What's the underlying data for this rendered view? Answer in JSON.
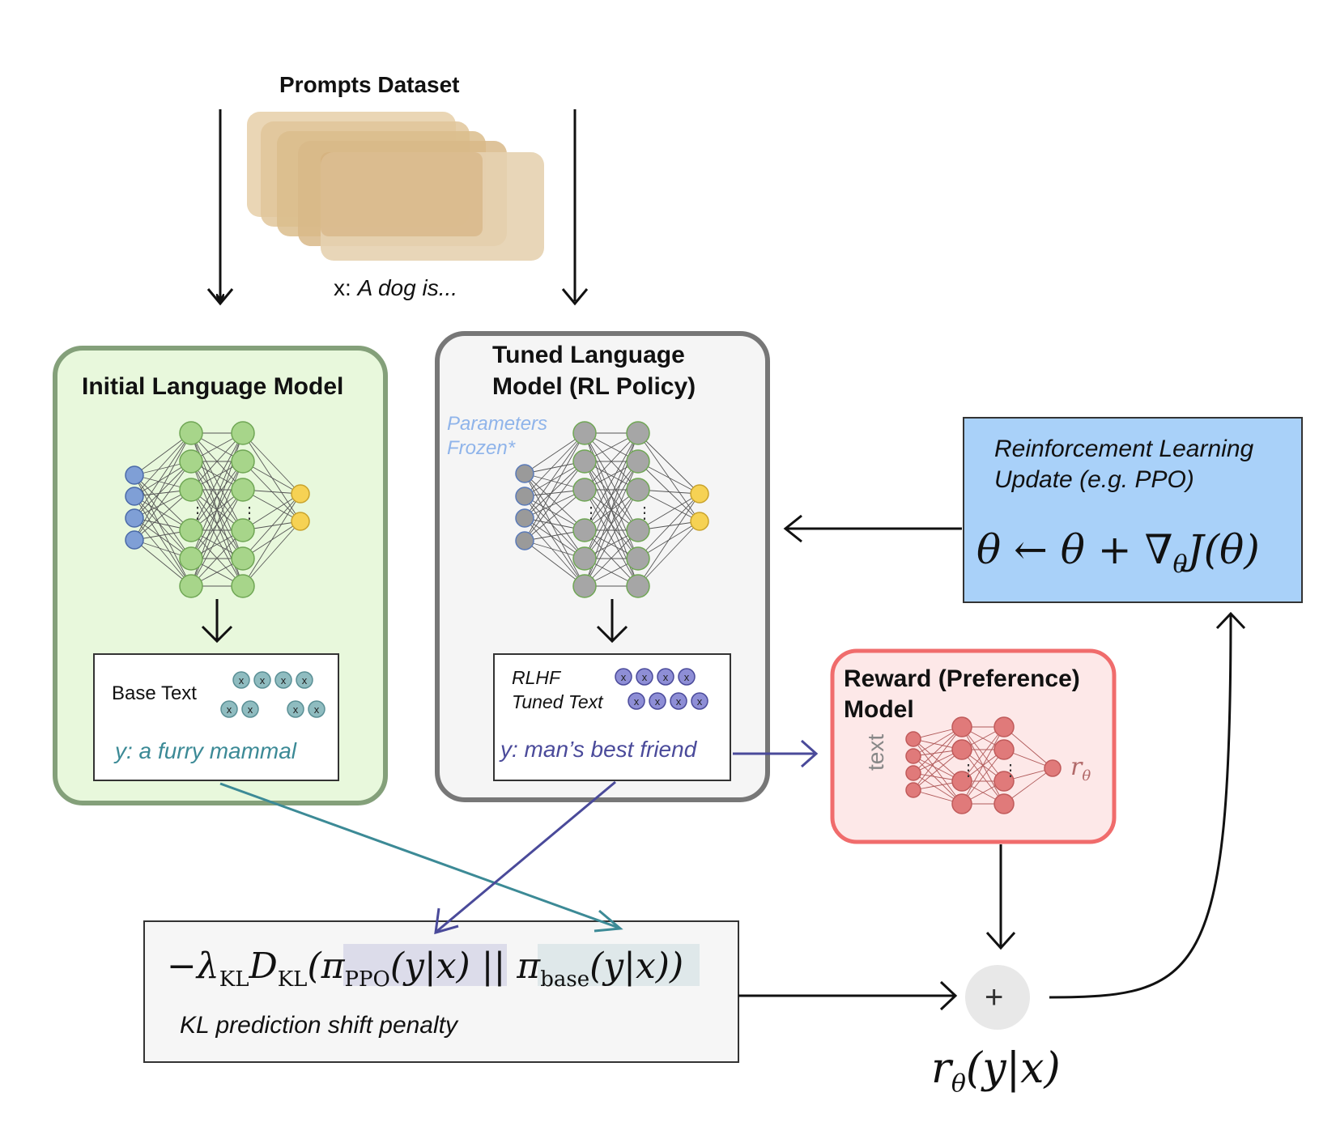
{
  "dataset": {
    "title": "Prompts Dataset",
    "prompt_prefix": "x:",
    "prompt_text": "A dog is..."
  },
  "initial_model": {
    "title": "Initial Language Model",
    "output_label": "Base Text",
    "output_sample": "y: a furry mammal",
    "color_fill": "#e8f8dc",
    "color_border": "#84a07a"
  },
  "tuned_model": {
    "title_line1": "Tuned Language",
    "title_line2": "Model (RL Policy)",
    "frozen_line1": "Parameters",
    "frozen_line2": "Frozen*",
    "output_label_line1": "RLHF",
    "output_label_line2": "Tuned Text",
    "output_sample": "y: man’s best friend",
    "color_fill": "#f5f5f5",
    "color_border": "#777777"
  },
  "rl_update": {
    "title_line1": "Reinforcement Learning",
    "title_line2": "Update (e.g. PPO)",
    "formula": "θ ← θ + ∇θJ(θ)",
    "color_fill": "#a9d1f9"
  },
  "reward_model": {
    "title_line1": "Reward (Preference)",
    "title_line2": "Model",
    "input_label": "text",
    "output_symbol": "rθ",
    "color_fill": "#fde8e8",
    "color_border": "#f06c6c"
  },
  "kl_penalty": {
    "formula": "−λKL DKL(πPPO(y|x) || πbase(y|x))",
    "caption": "KL prediction shift penalty"
  },
  "sum_node": {
    "symbol": "+",
    "output_label": "rθ(y|x)"
  },
  "token_glyph": "x"
}
